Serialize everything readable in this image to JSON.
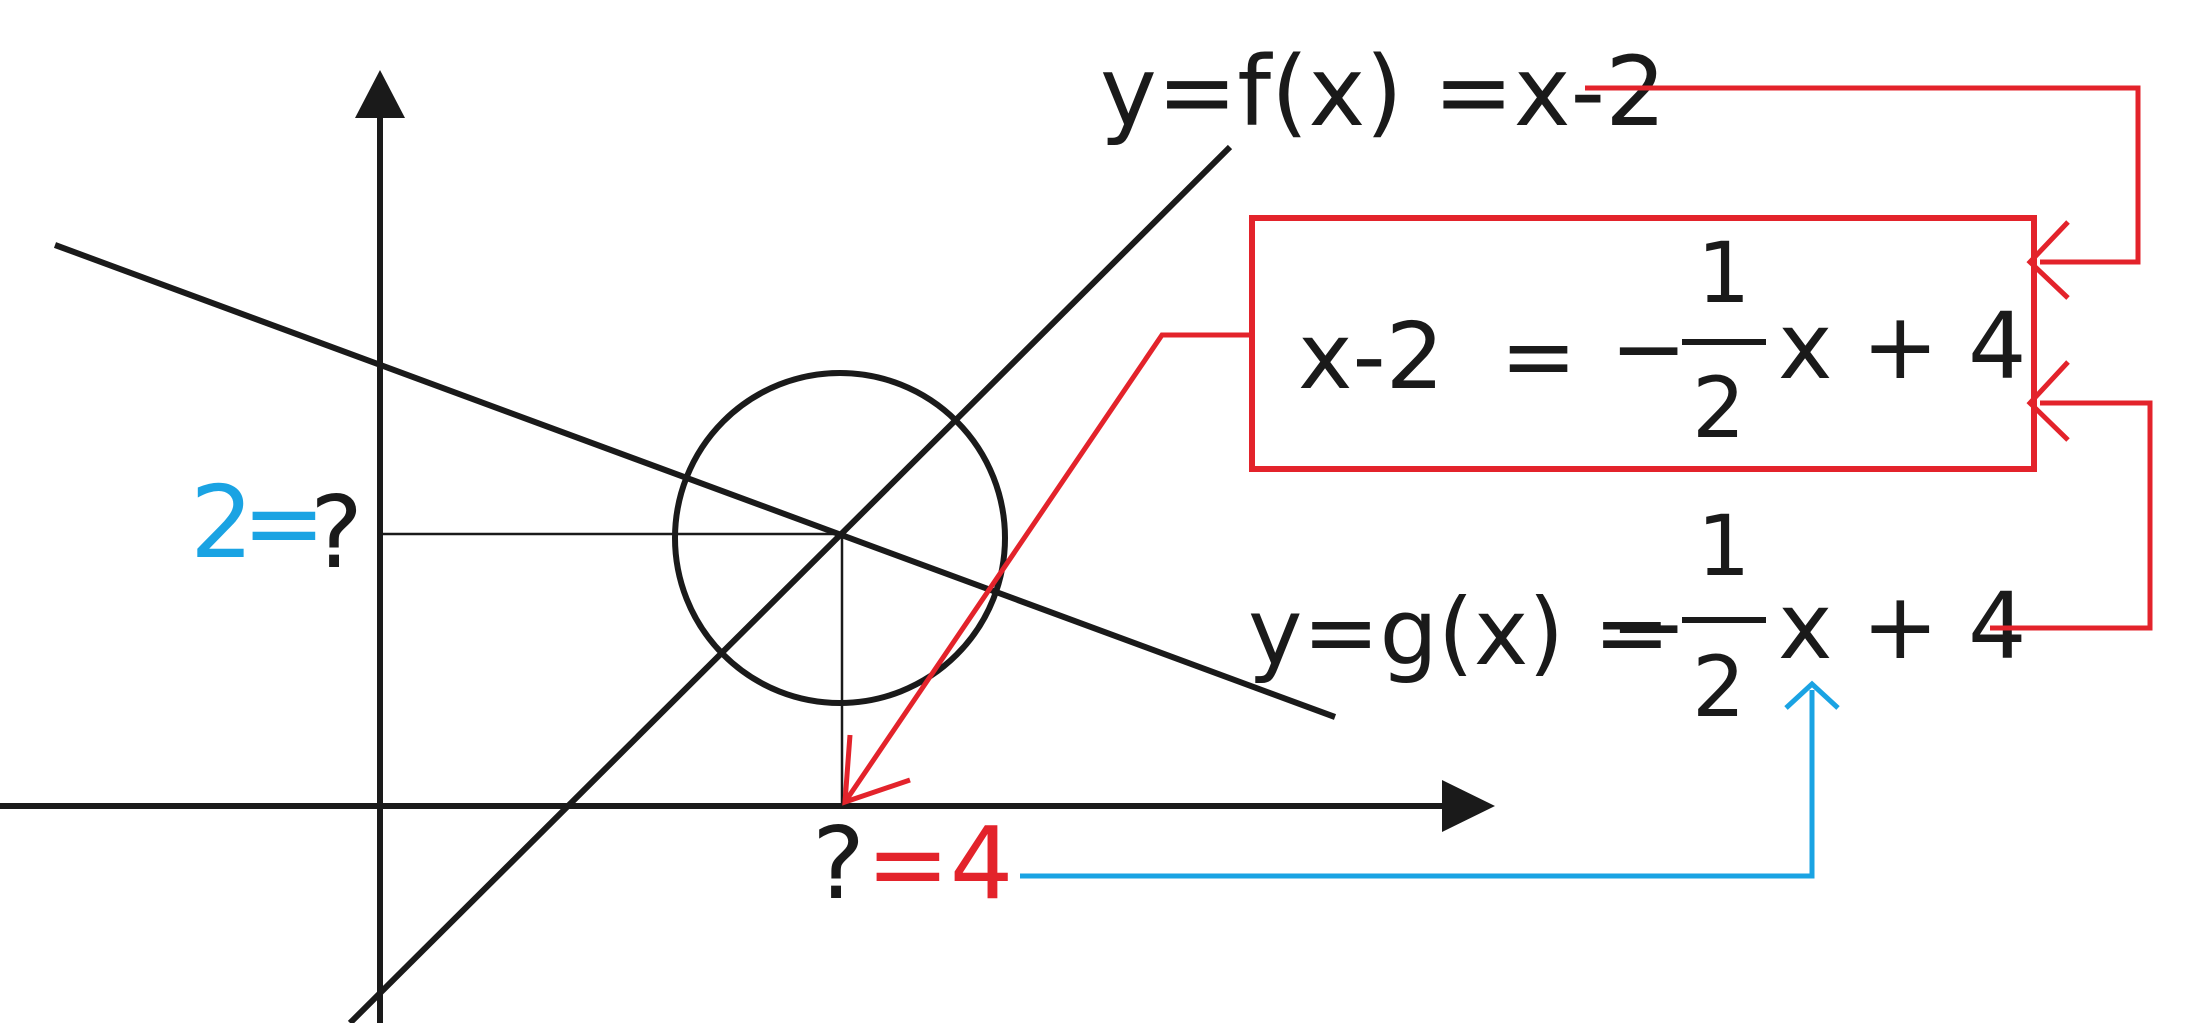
{
  "colors": {
    "ink": "#1a1a1a",
    "red": "#e3232b",
    "blue": "#1aa3e3"
  },
  "equations": {
    "f_def": "y=f(x) =x-2",
    "g_lhs": "y=g(x) =",
    "g_neg": "−",
    "g_num": "1",
    "g_den": "2",
    "g_rhs": "x + 4"
  },
  "box": {
    "lhs": "x-2",
    "eq": "=",
    "neg": "−",
    "num": "1",
    "den": "2",
    "rhs": "x + 4"
  },
  "axis_labels": {
    "y_value": "2",
    "y_equals": "=",
    "y_unknown": "?",
    "x_unknown": "?",
    "x_value": "=4"
  }
}
